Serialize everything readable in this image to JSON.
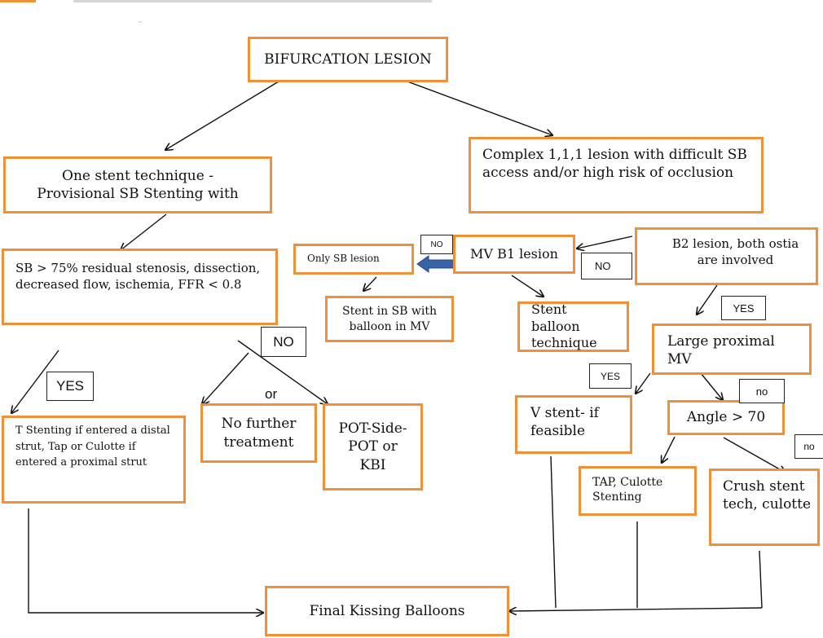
{
  "nodes": {
    "root": "BIFURCATION LESION",
    "one_stent": "One stent technique - Provisional SB Stenting with",
    "complex": "Complex 1,1,1 lesion with difficult SB access and/or high risk of occlusion",
    "sb_criteria": "SB > 75% residual stenosis, dissection, decreased flow, ischemia, FFR < 0.8",
    "only_sb": "Only SB lesion",
    "mv_b1": "MV B1 lesion",
    "b2": "B2 lesion, both ostia are involved",
    "stent_sb": "Stent in SB with balloon in MV",
    "stent_balloon": "Stent balloon technique",
    "large_mv": "Large proximal MV",
    "t_stenting": "T Stenting if entered a distal strut, Tap or Culotte if entered a proximal strut",
    "no_further": "No further treatment",
    "pot": "POT-Side-POT or KBI",
    "v_stent": "V stent- if feasible",
    "angle": "Angle > 70",
    "tap": "TAP, Culotte Stenting",
    "crush": "Crush stent tech, culotte",
    "final": "Final Kissing Balloons"
  },
  "labels": {
    "no_mv": "NO",
    "no_b2": "NO",
    "yes_b2": "YES",
    "no_sb": "NO",
    "or": "or",
    "yes_sb": "YES",
    "yes_v": "YES",
    "no_angle": "no",
    "no_crush": "no"
  },
  "colors": {
    "box_border": "#f0913a",
    "arrow_blue": "#3a62a8"
  }
}
